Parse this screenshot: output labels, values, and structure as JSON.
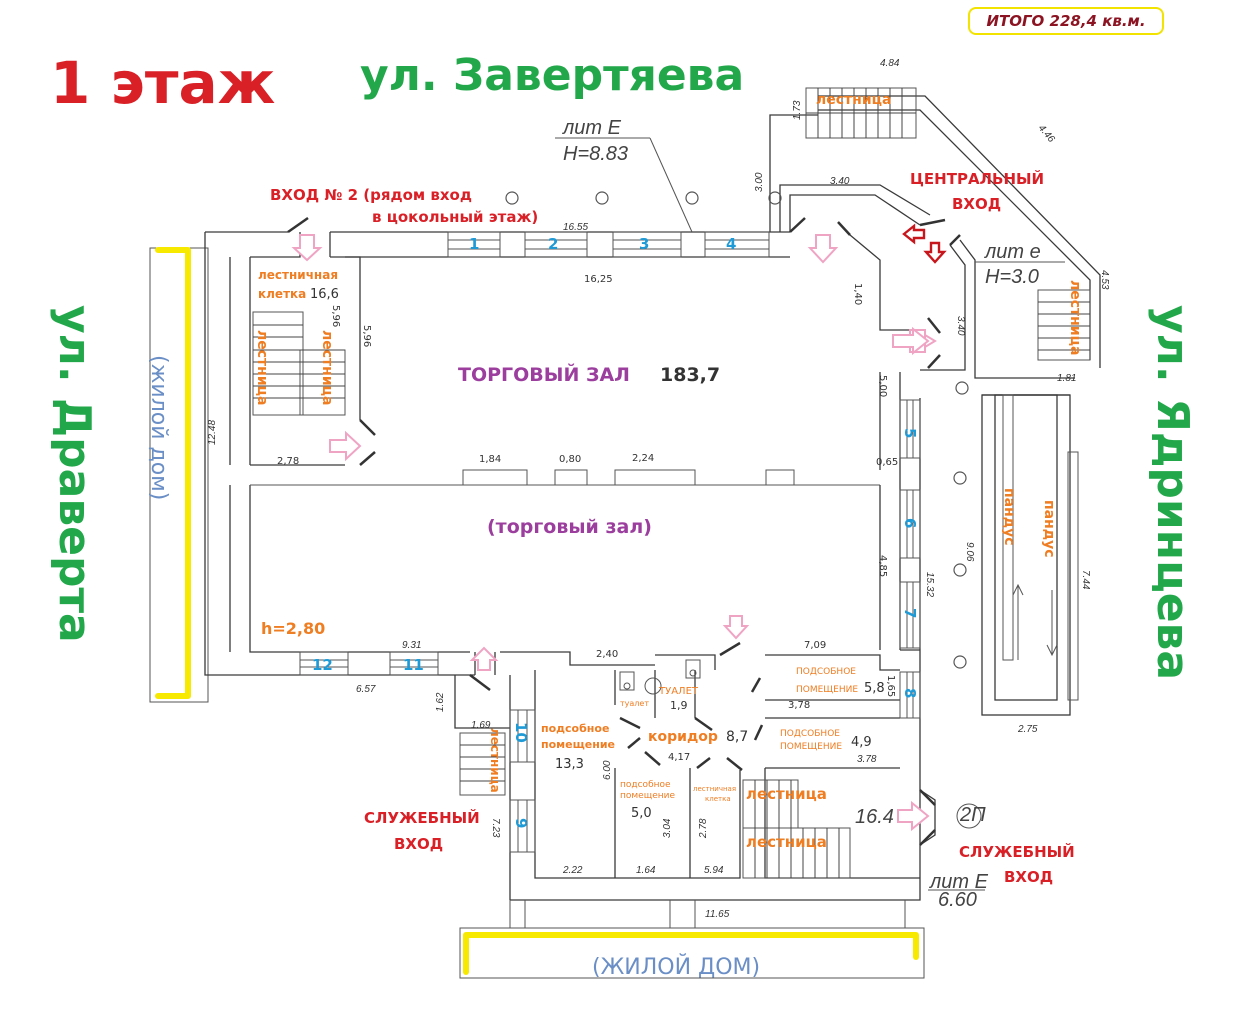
{
  "title": {
    "floor": "1 этаж",
    "total": "ИТОГО 228,4 кв.м."
  },
  "streets": {
    "top": "ул. Завертяева",
    "left": "ул. Драверта",
    "right": "ул. Ядринцева"
  },
  "neighbors": {
    "left": "(жилой дом)",
    "bottom": "(ЖИЛОЙ ДОМ)"
  },
  "entrances": {
    "entrance2_line1": "ВХОД № 2 (рядом вход",
    "entrance2_line2": "в цокольный этаж)",
    "central_line1": "ЦЕНТРАЛЬНЫЙ",
    "central_line2": "ВХОД",
    "service_left_line1": "СЛУЖЕБНЫЙ",
    "service_left_line2": "ВХОД",
    "service_right_line1": "СЛУЖЕБНЫЙ",
    "service_right_line2": "ВХОД"
  },
  "rooms": {
    "sales_hall": {
      "label": "ТОРГОВЫЙ ЗАЛ",
      "area": "183,7",
      "sub": "(торговый зал)"
    },
    "stairwell_nw": {
      "label1": "лестничная",
      "label2": "клетка",
      "area": "16,6"
    },
    "utility_13": {
      "label1": "подсобное",
      "label2": "помещение",
      "area": "13,3"
    },
    "corridor": {
      "label": "коридор",
      "area": "8,7"
    },
    "toilet": {
      "label": "ТУАЛЕТ",
      "area": "1,9",
      "label_small": "туалет"
    },
    "utility_58": {
      "label1": "ПОДСОБНОЕ",
      "label2": "ПОМЕЩЕНИЕ",
      "area": "5,8"
    },
    "utility_49": {
      "label1": "ПОДСОБНОЕ",
      "label2": "ПОМЕЩЕНИЕ",
      "area": "4,9"
    },
    "utility_50": {
      "label1": "подсобное",
      "label2": "помещение",
      "area": "5,0"
    },
    "stairwell_s": {
      "label1": "лестничная",
      "label2": "клетка",
      "area": "16.4"
    }
  },
  "stairs_label": "лестница",
  "ramp_label": "пандус",
  "ceiling": "h=2,80",
  "lit_labels": {
    "top": {
      "line1": "лит E",
      "line2": "H=8.83"
    },
    "right": {
      "line1": "лит е",
      "line2": "H=3.0"
    },
    "bottom": {
      "line1": "лит Е",
      "line2": "6.60"
    },
    "circle": "2П"
  },
  "windows": [
    "1",
    "2",
    "3",
    "4",
    "5",
    "6",
    "7",
    "8",
    "9",
    "10",
    "11",
    "12"
  ],
  "dimensions": {
    "d484": "4.84",
    "d173": "1.73",
    "d446": "4.46",
    "d300": "3.00",
    "d340a": "3.40",
    "d1655": "16.55",
    "d1625": "16,25",
    "d140": "1,40",
    "d340b": "3.40",
    "d453": "4.53",
    "d181": "1.81",
    "d596a": "5,96",
    "d596b": "5,96",
    "d1248": "12.48",
    "d278": "2,78",
    "d184": "1,84",
    "d080": "0,80",
    "d224": "2,24",
    "d065": "0,65",
    "d500": "5,00",
    "d485": "4,85",
    "d1532": "15.32",
    "d906": "9.06",
    "d744": "7.44",
    "d275": "2.75",
    "d240": "2,40",
    "d709": "7,09",
    "d165": "1,65",
    "d378a": "3,78",
    "d378b": "3.78",
    "d931": "9.31",
    "d657": "6.57",
    "d162": "1.62",
    "d169": "1.69",
    "d723": "7.23",
    "d600": "6.00",
    "d417": "4,17",
    "d304": "3.04",
    "d278b": "2.78",
    "d222": "2.22",
    "d164": "1.64",
    "d594": "5.94",
    "d1165": "11.65"
  }
}
